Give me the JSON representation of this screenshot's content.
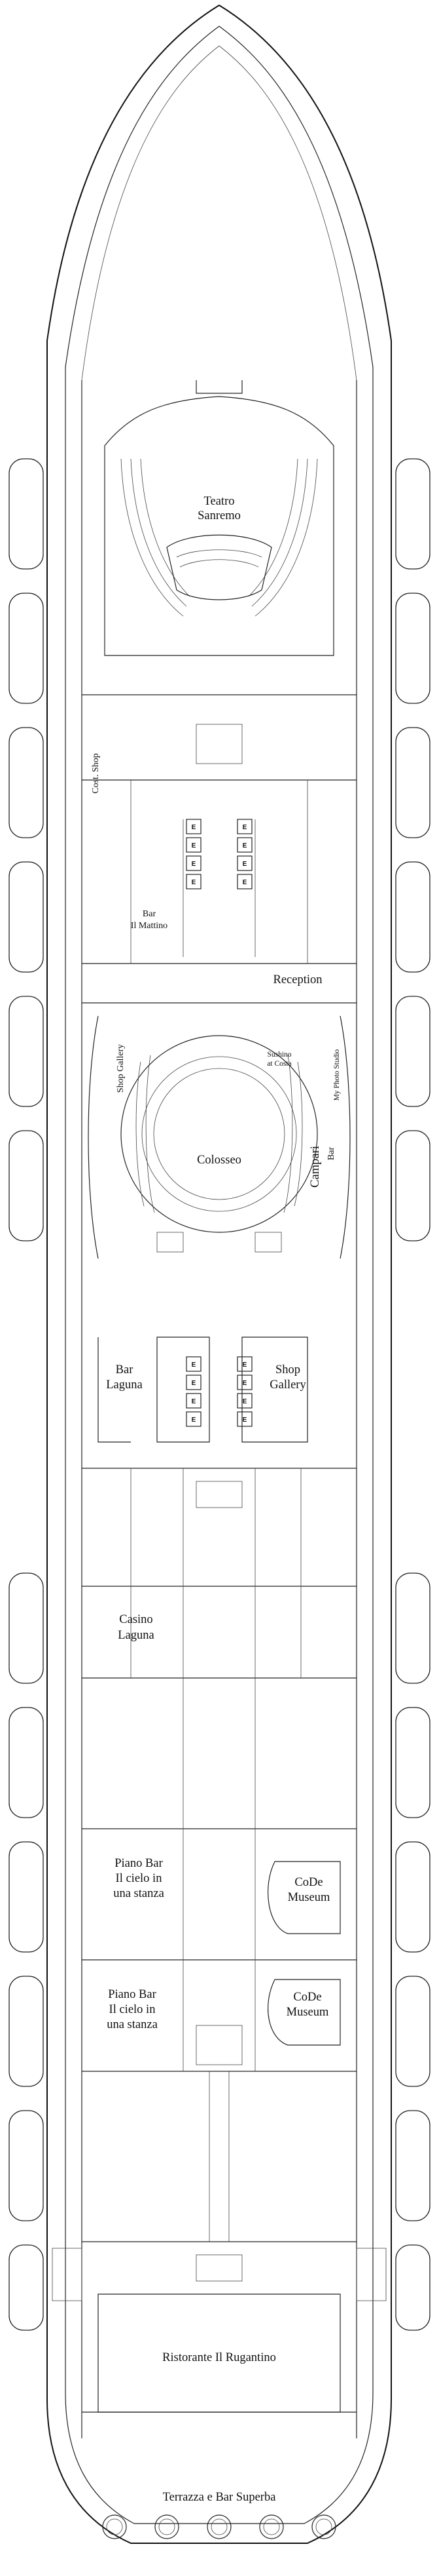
{
  "venues": {
    "teatro": [
      "Teatro",
      "Sanremo"
    ],
    "shop_vertical": "Cost. Shop",
    "bar_mattino": [
      "Bar",
      "Il Mattino"
    ],
    "reception": "Reception",
    "shop_gallery_vertical": "Shop Gallery",
    "sushino": [
      "Sushino",
      "at Costa"
    ],
    "photo_studio": "My Photo Studio",
    "campari": [
      "Campari",
      "Bar"
    ],
    "colosseo": "Colosseo",
    "bar_laguna": [
      "Bar",
      "Laguna"
    ],
    "shop_gallery": [
      "Shop",
      "Gallery"
    ],
    "casino": [
      "Casino",
      "Laguna"
    ],
    "piano_bar_1": [
      "Piano Bar",
      "Il cielo in",
      "una stanza"
    ],
    "code_museum_1": [
      "CoDe",
      "Museum"
    ],
    "piano_bar_2": [
      "Piano Bar",
      "Il cielo in",
      "una stanza"
    ],
    "code_museum_2": [
      "CoDe",
      "Museum"
    ],
    "ristorante": "Ristorante Il Rugantino",
    "terrazza": "Terrazza e Bar Superba"
  },
  "legend": {
    "elevator_symbol": "E"
  },
  "lifeboats": {
    "left_count": 12,
    "right_count": 12
  },
  "colors": {
    "line": "#222222",
    "background": "#ffffff"
  }
}
